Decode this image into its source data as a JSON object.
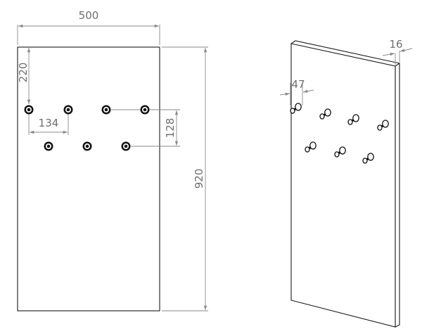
{
  "front_view": {
    "width_label": "500",
    "height_label": "920",
    "top_offset_label": "220",
    "hook_spacing_label": "134",
    "row_spacing_label": "128"
  },
  "side_view": {
    "thickness_label": "16",
    "edge_offset_label": "47"
  },
  "colors": {
    "outline": "#1a1a1a",
    "dimension": "#8a8a8a",
    "text": "#6f6f6f"
  }
}
